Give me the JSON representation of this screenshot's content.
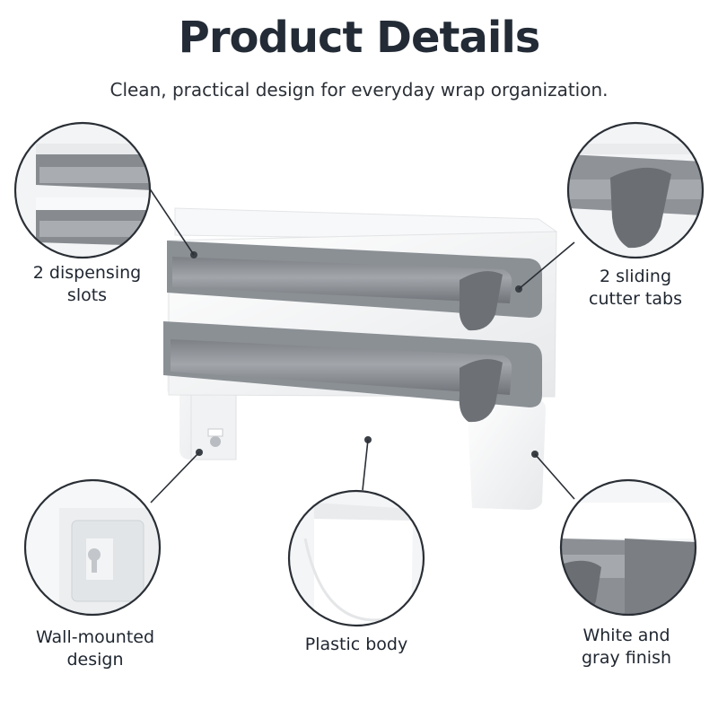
{
  "header": {
    "title": "Product Details",
    "subtitle": "Clean, practical design for everyday wrap organization."
  },
  "features": [
    {
      "line1": "2 dispensing",
      "line2": "slots"
    },
    {
      "line1": "2 sliding",
      "line2": "cutter tabs"
    },
    {
      "line1": "Wall-mounted",
      "line2": "design"
    },
    {
      "line1": "Plastic body",
      "line2": ""
    },
    {
      "line1": "White and",
      "line2": "gray finish"
    }
  ],
  "colors": {
    "product_white": "#f4f5f6",
    "product_gray": "#8a8e93",
    "dark_gray": "#6e7378",
    "callout_ring": "#2a2f36",
    "text": "#1f2630"
  }
}
